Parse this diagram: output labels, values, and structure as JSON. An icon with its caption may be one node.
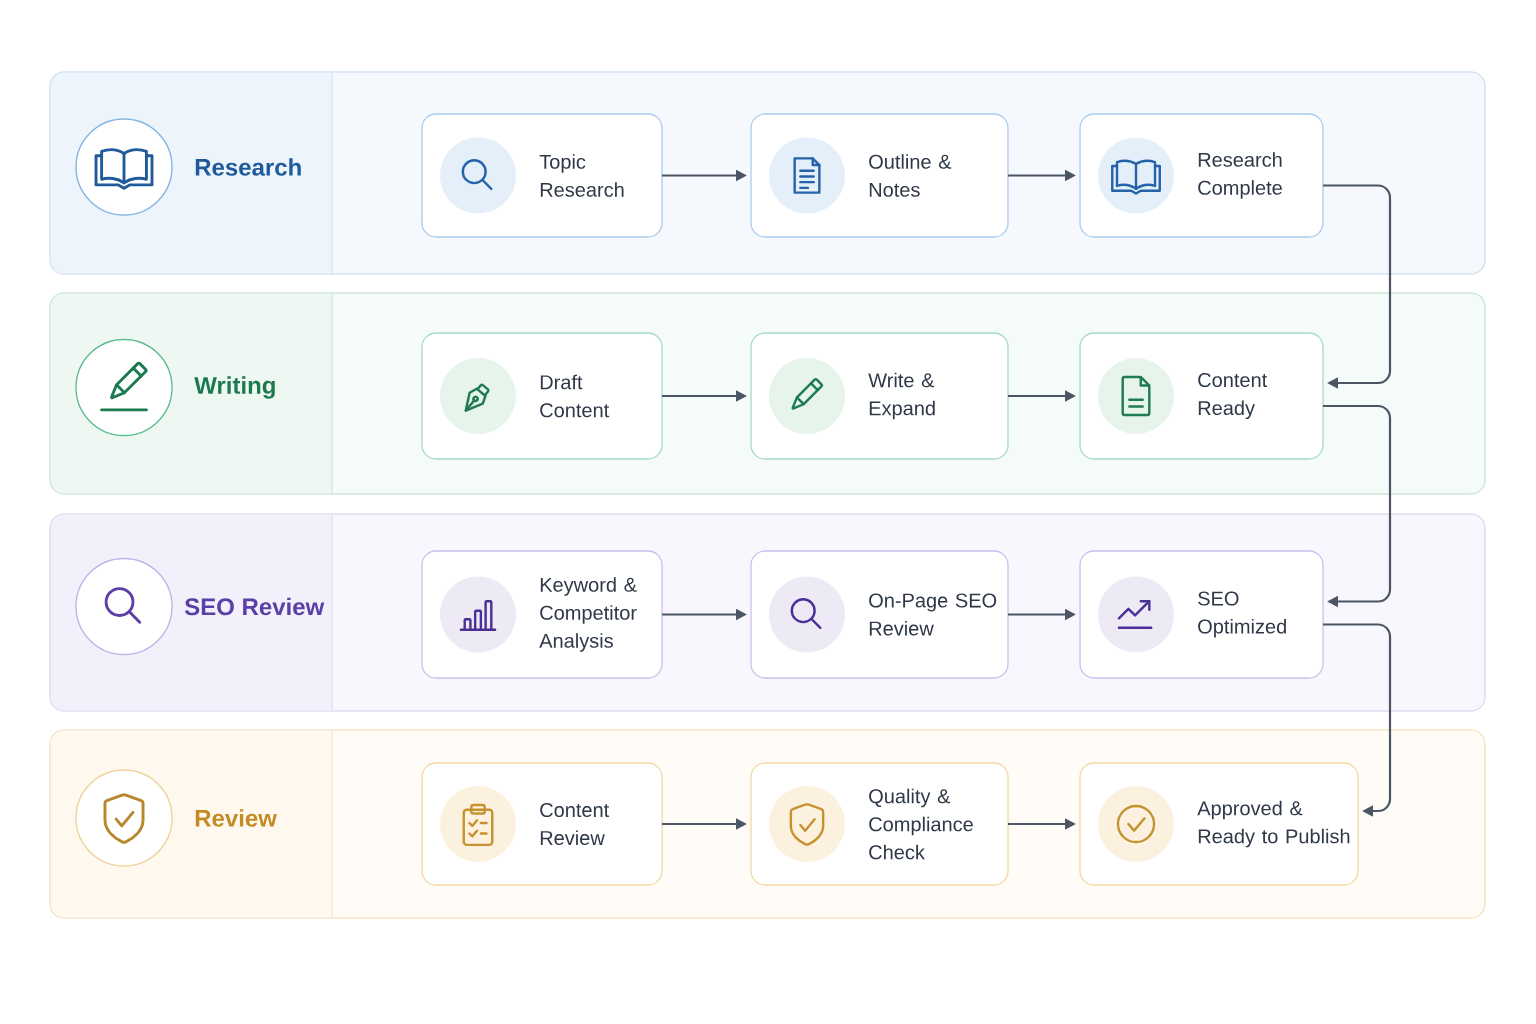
{
  "diagram": {
    "nodes": [
      {
        "text": [
          "Research"
        ]
      },
      {
        "text": [
          "Topic Research"
        ],
        "in": 0
      },
      {
        "text": [
          "Outline & Notes"
        ],
        "in": 0
      },
      {
        "text": [
          "Research Complete"
        ],
        "in": 0
      },
      {
        "text": [
          "Writing"
        ]
      },
      {
        "text": [
          "Draft Content"
        ],
        "in": 4
      },
      {
        "text": [
          "Write & Expand"
        ],
        "in": 4
      },
      {
        "text": [
          "Content Ready"
        ],
        "in": 4
      },
      {
        "text": [
          "SEO Review"
        ]
      },
      {
        "text": [
          "Keyword & Competitor Analysis"
        ],
        "in": 8
      },
      {
        "text": [
          "On-Page SEO Review"
        ],
        "in": 8
      },
      {
        "text": [
          "SEO Optimized"
        ],
        "in": 8
      },
      {
        "text": [
          "Review"
        ]
      },
      {
        "text": [
          "Content Review"
        ],
        "in": 12
      },
      {
        "text": [
          "Quality & Compliance Check"
        ],
        "in": 12
      },
      {
        "text": [
          "Approved & Ready to Publish"
        ],
        "in": 12
      }
    ],
    "edges": [
      {
        "from": 1,
        "to": 2,
        "arrow": "to"
      },
      {
        "from": 2,
        "to": 3,
        "arrow": "to"
      },
      {
        "from": 3,
        "to": 7,
        "arrow": "to"
      },
      {
        "from": 5,
        "to": 6,
        "arrow": "to"
      },
      {
        "from": 6,
        "to": 7,
        "arrow": "to"
      },
      {
        "from": 7,
        "to": 11,
        "arrow": "to"
      },
      {
        "from": 9,
        "to": 10,
        "arrow": "to"
      },
      {
        "from": 10,
        "to": 11,
        "arrow": "to"
      },
      {
        "from": 11,
        "to": 15,
        "arrow": "to"
      },
      {
        "from": 13,
        "to": 14,
        "arrow": "to"
      },
      {
        "from": 14,
        "to": 15,
        "arrow": "to"
      }
    ]
  }
}
